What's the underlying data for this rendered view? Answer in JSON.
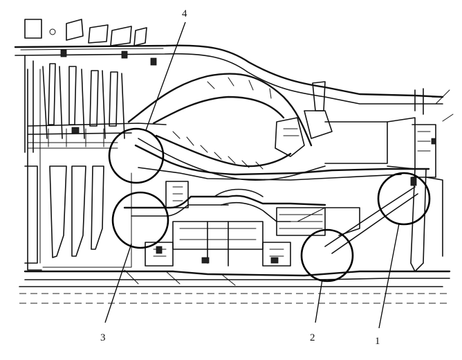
{
  "callouts": [
    {
      "label": "4"
    },
    {
      "label": "3"
    },
    {
      "label": "2"
    },
    {
      "label": "1"
    }
  ],
  "colors": {
    "ink": "#111111",
    "paper": "#ffffff"
  }
}
